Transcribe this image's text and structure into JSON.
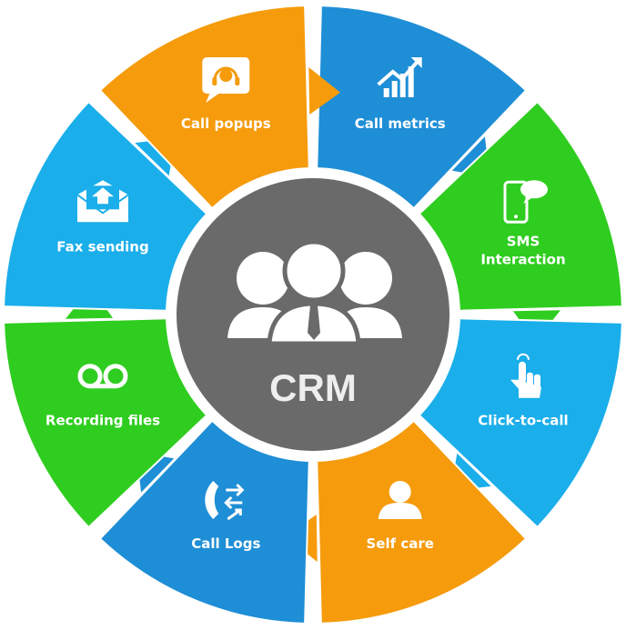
{
  "center": {
    "label": "CRM",
    "icon": "team-people-icon",
    "color": "#6a6a6a"
  },
  "segments": [
    {
      "key": "call-metrics",
      "label": "Call metrics",
      "icon": "growth-chart-icon",
      "color": "#1e8ed6"
    },
    {
      "key": "sms-interaction",
      "label_lines": [
        "SMS",
        "Interaction"
      ],
      "icon": "mobile-sms-icon",
      "color": "#2fcd1f"
    },
    {
      "key": "click-to-call",
      "label": "Click-to-call",
      "icon": "tap-hand-icon",
      "color": "#1aaeea"
    },
    {
      "key": "self-care",
      "label": "Self care",
      "icon": "user-silhouette-icon",
      "color": "#f59b0c"
    },
    {
      "key": "call-logs",
      "label": "Call Logs",
      "icon": "phone-transfer-icon",
      "color": "#1e8ed6"
    },
    {
      "key": "recording-files",
      "label": "Recording files",
      "icon": "voicemail-icon",
      "color": "#2fcd1f"
    },
    {
      "key": "fax-sending",
      "label": "Fax sending",
      "icon": "envelope-upload-icon",
      "color": "#1aaeea"
    },
    {
      "key": "call-popups",
      "label": "Call popups",
      "icon": "headset-chat-icon",
      "color": "#f59b0c"
    }
  ]
}
